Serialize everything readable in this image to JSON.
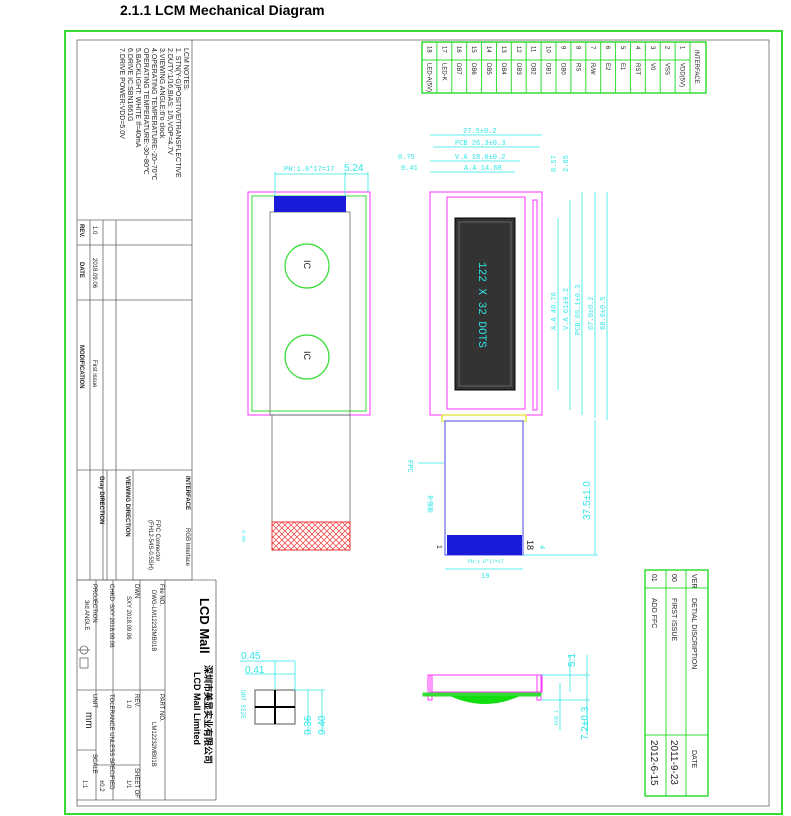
{
  "section_title": "2.1.1 LCM Mechanical Diagram",
  "notes": {
    "heading": "LCM NOTES:",
    "lines": [
      "1. STN(Y-G)POSITIVE/TRANSFLECTIVE",
      "2.DUTY:1/16,BIAS:  1/5,VOP=4.7V",
      "3.VIEWING ANGLE:6'o clock",
      "4.OPERATING TEMPERATURE:-20~70℃",
      "   OPERATING TEMPERATURE:-30~80℃",
      "5.BACKLIGHT: WHITE  If=40mA",
      "6.DRIVE IC:SBN1661G",
      "7.DRIVE POWER:VDD=5.0V"
    ]
  },
  "revision_table": {
    "headers": {
      "rev": "REV.",
      "date": "DATE",
      "modification": "MODIFICATION"
    },
    "row": {
      "rev": "1.0",
      "date": "2018.09.06",
      "modification": "First issue"
    }
  },
  "title_block": {
    "interface_label": "INTERFACE",
    "interface_value": "RGB Interface",
    "connector": "FPC Connector",
    "connector_part": "(FH12-54S-0.5SH)",
    "viewing_direction": "VIEWING DIRECTION",
    "gray_direction": "Gray DIRECTION",
    "logo": "LCD Mall",
    "company_cn": "深圳市美显实业有限公司",
    "company_en": "LCD Mall Limited",
    "file_no_label": "File NO.",
    "file_no": "DWG-LM12232MB01B",
    "part_no_label": "PART NO.",
    "part_no": "LM12232MB01B",
    "dwn_label": "DWN",
    "dwn": "SXY  2018.09.06",
    "rev_label": "REV.",
    "rev": "1.0",
    "sheet_label": "SHEET OF",
    "sheet": "1/1",
    "chkd_label": "CHKD",
    "chkd": "SXY  2018.09.06",
    "tolerance_label": "TOLERANCE UNLESS SPECIFIED",
    "tolerance": "±0.2",
    "projection_label": "PROJECTION",
    "projection": "3rd ANGLE",
    "unit_label": "UNIT",
    "unit": "mm",
    "scale_label": "SCALE",
    "scale": "1:1"
  },
  "interface_table": {
    "header": "INTERFACE",
    "pins": [
      {
        "no": "1",
        "name": "VDD(5V)"
      },
      {
        "no": "2",
        "name": "VSS"
      },
      {
        "no": "3",
        "name": "V0"
      },
      {
        "no": "4",
        "name": "RST"
      },
      {
        "no": "5",
        "name": "E1"
      },
      {
        "no": "6",
        "name": "E2"
      },
      {
        "no": "7",
        "name": "R/W"
      },
      {
        "no": "8",
        "name": "RS"
      },
      {
        "no": "9",
        "name": "DB0"
      },
      {
        "no": "10",
        "name": "DB1"
      },
      {
        "no": "11",
        "name": "DB2"
      },
      {
        "no": "12",
        "name": "DB3"
      },
      {
        "no": "13",
        "name": "DB4"
      },
      {
        "no": "14",
        "name": "DB5"
      },
      {
        "no": "15",
        "name": "DB6"
      },
      {
        "no": "16",
        "name": "DB7"
      },
      {
        "no": "17",
        "name": "LED-K"
      },
      {
        "no": "18",
        "name": "LED-A(5V)"
      }
    ]
  },
  "version_table": {
    "headers": {
      "ver": "VER",
      "desc": "DETIAL DISCRIPTION",
      "date": "DATE"
    },
    "rows": [
      {
        "ver": "00",
        "desc": "FIRST ISSUE",
        "date": "2011-9-23"
      },
      {
        "ver": "01",
        "desc": "ADD FFC",
        "date": "2012-6-15"
      }
    ]
  },
  "drawing": {
    "pitch_top": "PH:1.0*17=17",
    "dim_524": "5.24",
    "ic": "IC",
    "dots": "122 X 32 DOTS",
    "w_outline": "27.5±0.2",
    "w_pcb": "PCB 26.3±0.3",
    "w_va": "V.A 18.0±0.2",
    "w_aa": "A.A 14.68",
    "dim_075": "0.75",
    "dim_041a": "0.41",
    "dim_857": "8.57",
    "dim_265": "2.65",
    "h_aa": "A.A 48.76",
    "h_va": "V.A 61±0.2",
    "h_pcb": "PCB 65.1±0.3",
    "h_670": "67.0±0.2",
    "h_686": "68.6±0.5",
    "fpc": "FPC",
    "stiffener": "补强板",
    "fpc_len": "37.5±1.0",
    "pin1": "1",
    "pin18": "18",
    "dim_4": "4",
    "fpc_pitch": "PH:1.0*17=17",
    "fpc_w": "19",
    "dot_045": "0.45",
    "dot_041": "0.41",
    "dot_036": "0.36",
    "dot_040": "0.40",
    "dot_size": "DOT SIZE",
    "side_51": "5.1",
    "side_pcb": "PCB 1",
    "side_72": "7.2±0.3",
    "left_dim": "4.00"
  }
}
